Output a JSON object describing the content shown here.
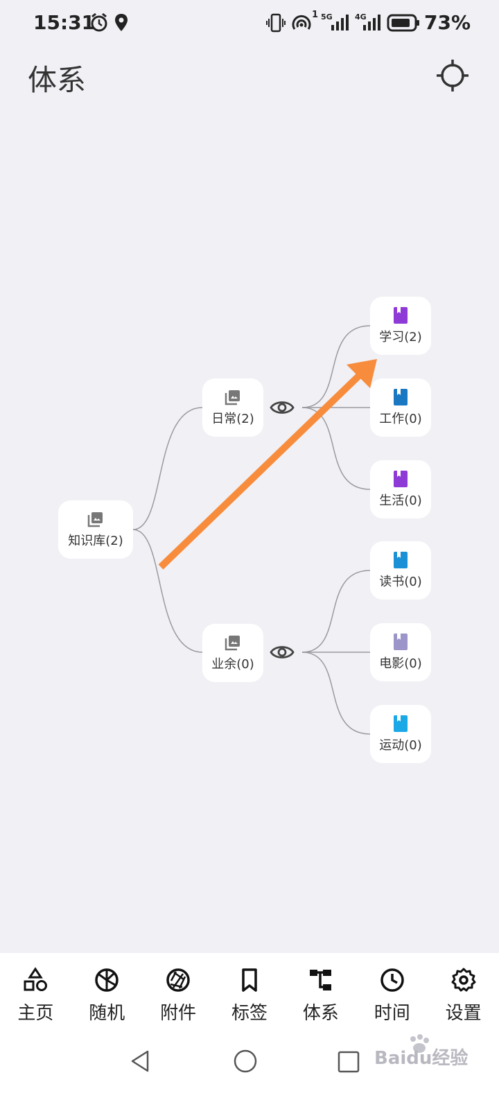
{
  "status_bar": {
    "time": "15:31",
    "battery": "73%",
    "net_5g": "5G",
    "net_4g": "4G",
    "sim": "1"
  },
  "header": {
    "title": "体系"
  },
  "map": {
    "root": {
      "label": "知识库(2)"
    },
    "groups": [
      {
        "label": "日常(2)",
        "children": [
          {
            "label": "学习(2)",
            "color": "#8e3ad6"
          },
          {
            "label": "工作(0)",
            "color": "#1a78c2"
          },
          {
            "label": "生活(0)",
            "color": "#8e3ad6"
          }
        ]
      },
      {
        "label": "业余(0)",
        "children": [
          {
            "label": "读书(0)",
            "color": "#1a90d6"
          },
          {
            "label": "电影(0)",
            "color": "#9b95c9"
          },
          {
            "label": "运动(0)",
            "color": "#1aa8e6"
          }
        ]
      }
    ],
    "arrow_color": "#f78c3c"
  },
  "bottom_nav": [
    {
      "label": "主页",
      "icon": "shapes-icon"
    },
    {
      "label": "随机",
      "icon": "random-icon"
    },
    {
      "label": "附件",
      "icon": "aperture-icon"
    },
    {
      "label": "标签",
      "icon": "bookmark-icon"
    },
    {
      "label": "体系",
      "icon": "hierarchy-icon"
    },
    {
      "label": "时间",
      "icon": "clock-icon"
    },
    {
      "label": "设置",
      "icon": "gear-icon"
    }
  ],
  "watermark": "Baidu经验"
}
